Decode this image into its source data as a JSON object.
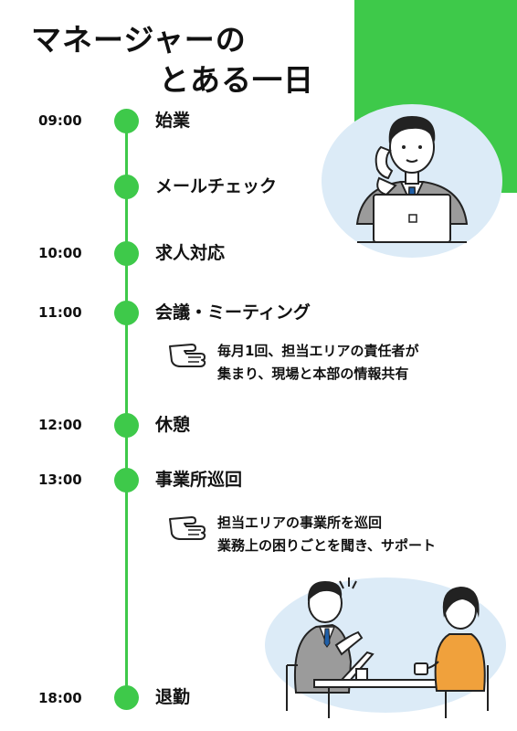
{
  "title": {
    "line1": "マネージャーの",
    "line2": "とある一日"
  },
  "colors": {
    "accent": "#3ec94a",
    "text": "#111111",
    "illustration_bg": "#dcebf7"
  },
  "schedule": [
    {
      "time": "09:00",
      "label": "始業"
    },
    {
      "time": "",
      "label": "メールチェック"
    },
    {
      "time": "10:00",
      "label": "求人対応"
    },
    {
      "time": "11:00",
      "label": "会議・ミーティング"
    },
    {
      "time": "12:00",
      "label": "休憩"
    },
    {
      "time": "13:00",
      "label": "事業所巡回"
    },
    {
      "time": "18:00",
      "label": "退勤"
    }
  ],
  "notes": [
    {
      "icon": "pointing-hand-icon",
      "line1": "毎月1回、担当エリアの責任者が",
      "line2": "集まり、現場と本部の情報共有"
    },
    {
      "icon": "pointing-hand-icon",
      "line1": "担当エリアの事業所を巡回",
      "line2": "業務上の困りごとを聞き、サポート"
    }
  ],
  "illustrations": {
    "top": "businessman-on-phone-at-laptop",
    "bottom": "two-people-meeting-at-table"
  }
}
